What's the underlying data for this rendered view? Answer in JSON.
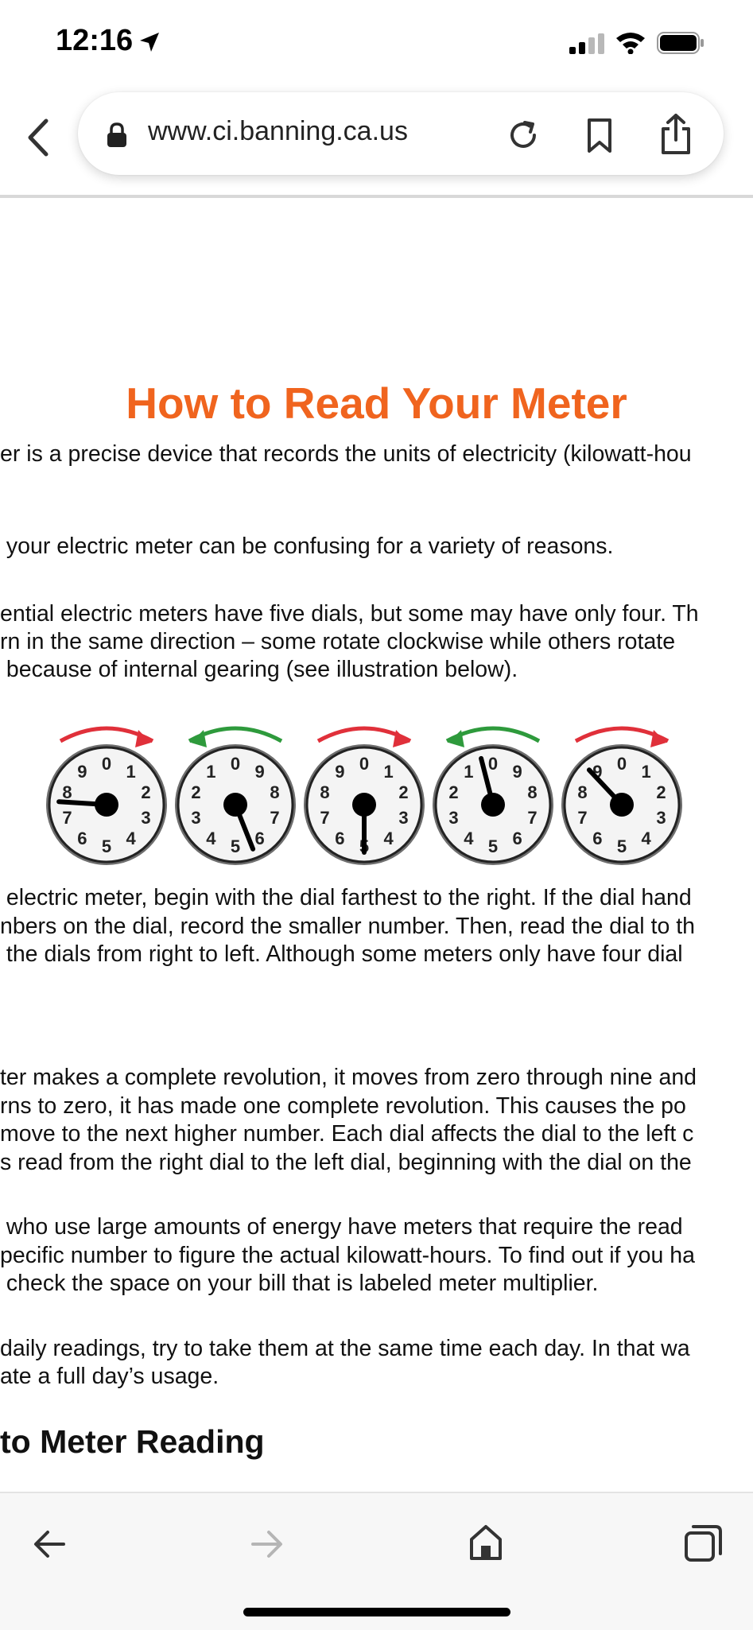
{
  "status_bar": {
    "time": "12:16"
  },
  "browser": {
    "url": "www.ci.banning.ca.us"
  },
  "article": {
    "title": "How to Read Your Meter",
    "p1": "er is a precise device that records the units of electricity (kilowatt-hou",
    "p2": " your electric meter can be confusing for a variety of reasons.",
    "p3": [
      "ential electric meters have five dials, but some may have only four. Th",
      "rn in the same direction – some rotate clockwise while others rotate",
      " because of internal gearing (see illustration below)."
    ],
    "p4": [
      " electric meter, begin with the dial farthest to the right. If the dial hand",
      "nbers on the dial, record the smaller number. Then, read the dial to th",
      " the dials from right to left. Although some meters only have four dial"
    ],
    "p5": [
      "ter makes a complete revolution, it moves from zero through nine and",
      "rns to zero, it has made one complete revolution. This causes the po",
      "move to the next higher number. Each dial affects the dial to the left c",
      "s read from the right dial to the left dial, beginning with the dial on the"
    ],
    "p6": [
      " who use large amounts of energy have meters that require the read",
      "pecific number to figure the actual kilowatt-hours. To find out if you ha",
      " check the space on your bill that is labeled meter multiplier."
    ],
    "p7": [
      "daily readings, try to take them at the same time each day. In that wa",
      "ate a full day’s usage."
    ],
    "section_heading": "to Meter Reading"
  },
  "dials": [
    {
      "direction": "clockwise",
      "arrow_color": "#e0303a",
      "numbers": [
        "0",
        "1",
        "2",
        "3",
        "4",
        "5",
        "6",
        "7",
        "8",
        "9"
      ],
      "pointer_reading": 7.6
    },
    {
      "direction": "counterclockwise",
      "arrow_color": "#2e9a3c",
      "numbers": [
        "0",
        "9",
        "8",
        "7",
        "6",
        "5",
        "4",
        "3",
        "2",
        "1"
      ],
      "pointer_reading": 5.6
    },
    {
      "direction": "clockwise",
      "arrow_color": "#e0303a",
      "numbers": [
        "0",
        "1",
        "2",
        "3",
        "4",
        "5",
        "6",
        "7",
        "8",
        "9"
      ],
      "pointer_reading": 5.0
    },
    {
      "direction": "counterclockwise",
      "arrow_color": "#2e9a3c",
      "numbers": [
        "0",
        "9",
        "8",
        "7",
        "6",
        "5",
        "4",
        "3",
        "2",
        "1"
      ],
      "pointer_reading": 0.4
    },
    {
      "direction": "clockwise",
      "arrow_color": "#e0303a",
      "numbers": [
        "0",
        "1",
        "2",
        "3",
        "4",
        "5",
        "6",
        "7",
        "8",
        "9"
      ],
      "pointer_reading": 8.8
    }
  ],
  "colors": {
    "title": "#f0641e",
    "text": "#111111",
    "toolbar": "#f7f7f7"
  },
  "icons": {
    "status": [
      "location-arrow-icon",
      "cellular-signal-icon",
      "wifi-icon",
      "battery-icon"
    ],
    "url_bar": [
      "back-chevron-icon",
      "lock-icon",
      "reload-icon",
      "bookmark-icon",
      "share-icon"
    ],
    "toolbar": [
      "back-arrow-icon",
      "forward-arrow-icon",
      "home-icon",
      "tabs-icon"
    ]
  }
}
